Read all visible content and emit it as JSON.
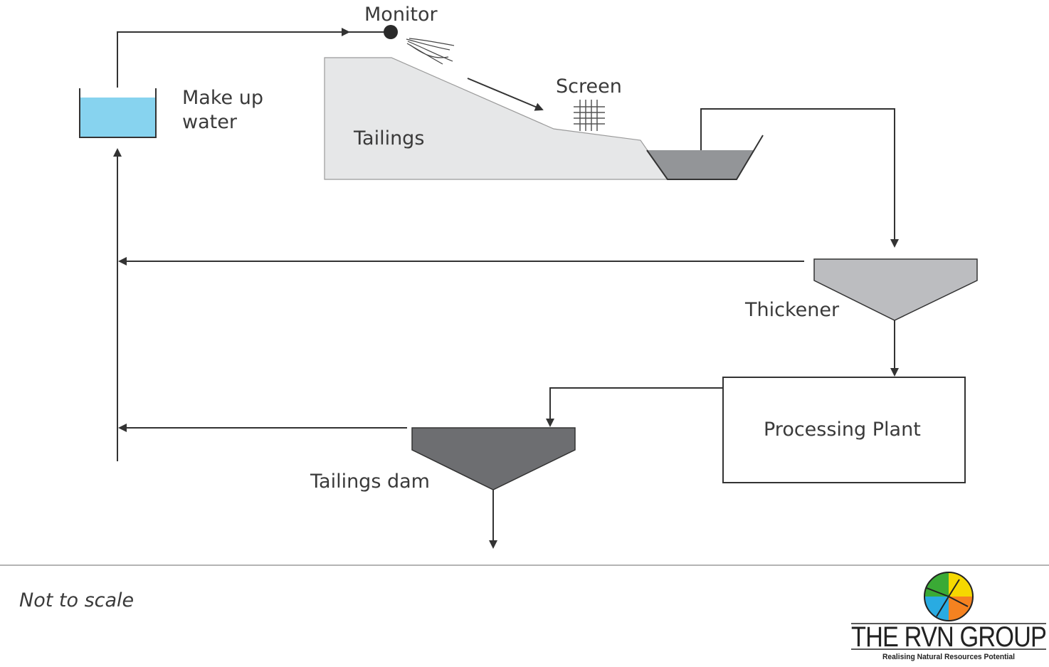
{
  "labels": {
    "monitor": "Monitor",
    "make_up_water_1": "Make up",
    "make_up_water_2": "water",
    "tailings": "Tailings",
    "screen": "Screen",
    "thickener": "Thickener",
    "processing_plant": "Processing Plant",
    "tailings_dam": "Tailings dam"
  },
  "footer": {
    "note": "Not to scale"
  },
  "logo": {
    "name": "THE RVN GROUP",
    "tagline": "Realising Natural Resources Potential",
    "colors": [
      "#3aaa35",
      "#f5d800",
      "#f58220",
      "#29abe2"
    ]
  },
  "colors": {
    "water": "#87d3ef",
    "tailings_slope": "#e6e7e8",
    "sump": "#939598",
    "thickener": "#bcbdc0",
    "tailings_dam": "#6d6e71"
  }
}
